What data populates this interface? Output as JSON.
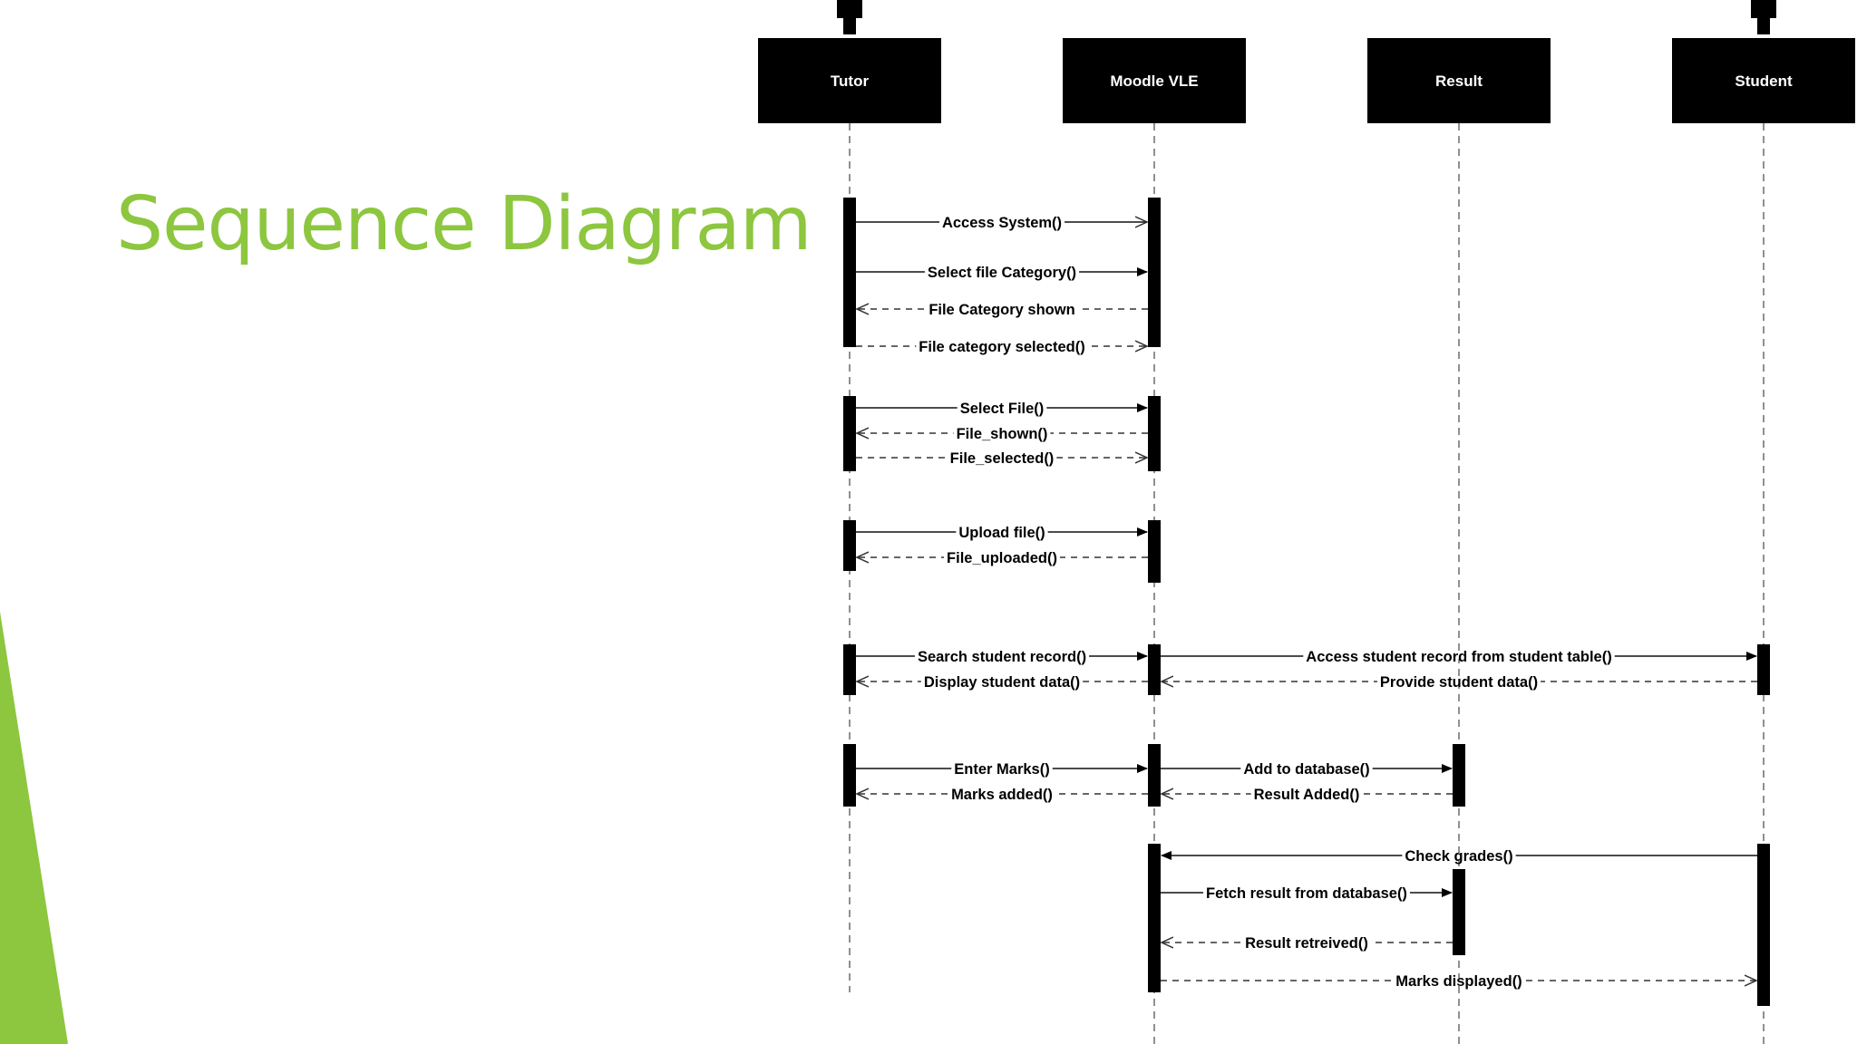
{
  "title": "Sequence Diagram",
  "colors": {
    "accent": "#8dc63f",
    "actor_fill": "#000000",
    "actor_text": "#ffffff"
  },
  "lifelines": [
    {
      "id": "tutor",
      "label": "Tutor",
      "actor_icon": true
    },
    {
      "id": "moodle",
      "label": "Moodle VLE",
      "actor_icon": false
    },
    {
      "id": "result",
      "label": "Result",
      "actor_icon": false
    },
    {
      "id": "student",
      "label": "Student",
      "actor_icon": true
    }
  ],
  "messages": [
    {
      "from": "tutor",
      "to": "moodle",
      "label": "Access System()",
      "kind": "call-open"
    },
    {
      "from": "tutor",
      "to": "moodle",
      "label": "Select file Category()",
      "kind": "call"
    },
    {
      "from": "moodle",
      "to": "tutor",
      "label": "File Category shown",
      "kind": "reply"
    },
    {
      "from": "tutor",
      "to": "moodle",
      "label": "File category selected()",
      "kind": "reply"
    },
    {
      "from": "tutor",
      "to": "moodle",
      "label": "Select File()",
      "kind": "call"
    },
    {
      "from": "moodle",
      "to": "tutor",
      "label": "File_shown()",
      "kind": "reply"
    },
    {
      "from": "tutor",
      "to": "moodle",
      "label": "File_selected()",
      "kind": "reply"
    },
    {
      "from": "tutor",
      "to": "moodle",
      "label": "Upload file()",
      "kind": "call"
    },
    {
      "from": "moodle",
      "to": "tutor",
      "label": "File_uploaded()",
      "kind": "reply"
    },
    {
      "from": "tutor",
      "to": "moodle",
      "label": "Search student record()",
      "kind": "call"
    },
    {
      "from": "moodle",
      "to": "student",
      "label": "Access student record from  student table()",
      "kind": "call"
    },
    {
      "from": "moodle",
      "to": "tutor",
      "label": "Display student data()",
      "kind": "reply"
    },
    {
      "from": "student",
      "to": "moodle",
      "label": "Provide student data()",
      "kind": "reply"
    },
    {
      "from": "tutor",
      "to": "moodle",
      "label": "Enter Marks()",
      "kind": "call"
    },
    {
      "from": "moodle",
      "to": "result",
      "label": "Add to database()",
      "kind": "call"
    },
    {
      "from": "moodle",
      "to": "tutor",
      "label": "Marks added()",
      "kind": "reply"
    },
    {
      "from": "result",
      "to": "moodle",
      "label": "Result Added()",
      "kind": "reply"
    },
    {
      "from": "student",
      "to": "moodle",
      "label": "Check grades()",
      "kind": "call"
    },
    {
      "from": "moodle",
      "to": "result",
      "label": "Fetch result from database()",
      "kind": "call"
    },
    {
      "from": "result",
      "to": "moodle",
      "label": "Result retreived()",
      "kind": "reply"
    },
    {
      "from": "moodle",
      "to": "student",
      "label": "Marks displayed()",
      "kind": "reply"
    }
  ]
}
